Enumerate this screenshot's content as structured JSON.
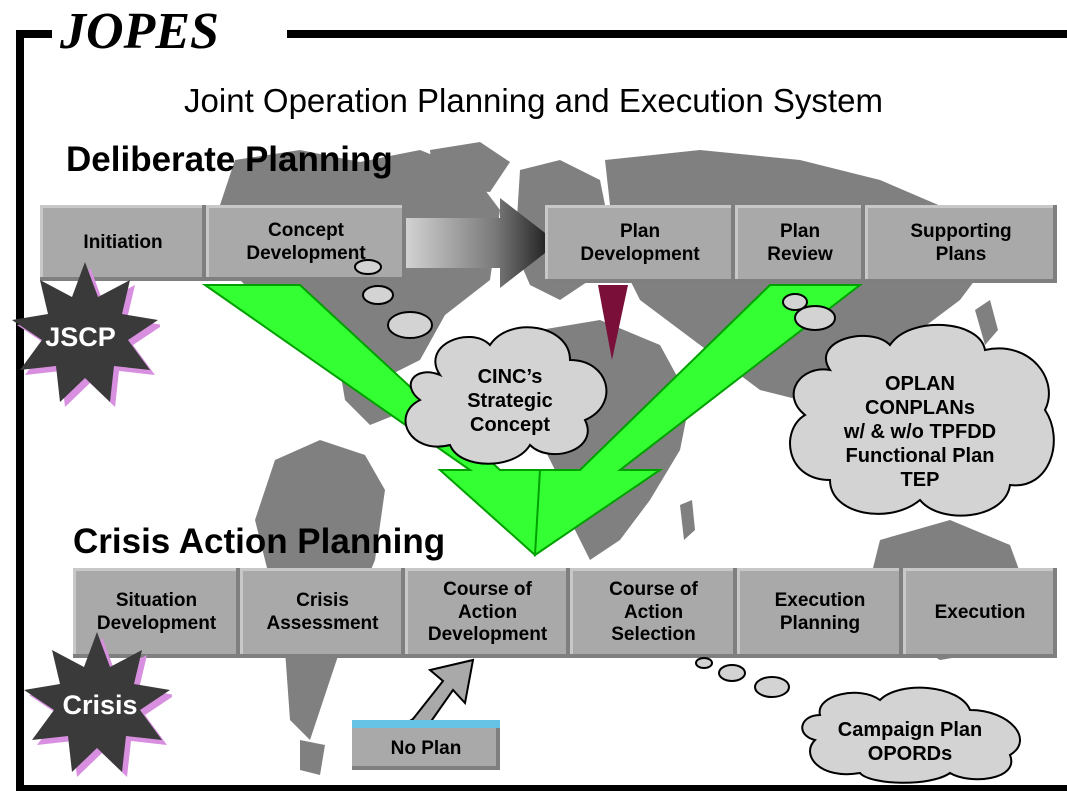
{
  "header": {
    "logo": "JOPES",
    "subtitle": "Joint Operation Planning and Execution System"
  },
  "deliberate": {
    "title": "Deliberate Planning",
    "phases": [
      {
        "line1": "Initiation",
        "line2": ""
      },
      {
        "line1": "Concept",
        "line2": "Development"
      },
      {
        "line1": "Plan",
        "line2": "Development"
      },
      {
        "line1": "Plan",
        "line2": "Review"
      },
      {
        "line1": "Supporting",
        "line2": "Plans"
      }
    ]
  },
  "crisis_planning": {
    "title": "Crisis Action Planning",
    "phases": [
      {
        "line1": "Situation",
        "line2": "Development",
        "line3": ""
      },
      {
        "line1": "Crisis",
        "line2": "Assessment",
        "line3": ""
      },
      {
        "line1": "Course of",
        "line2": "Action",
        "line3": "Development"
      },
      {
        "line1": "Course of",
        "line2": "Action",
        "line3": "Selection"
      },
      {
        "line1": "Execution",
        "line2": "Planning",
        "line3": ""
      },
      {
        "line1": "Execution",
        "line2": "",
        "line3": ""
      }
    ]
  },
  "stars": {
    "jscp": "JSCP",
    "crisis": "Crisis"
  },
  "clouds": {
    "cinc": [
      "CINC’s",
      "Strategic",
      "Concept"
    ],
    "oplan": [
      "OPLAN",
      "CONPLANs",
      "w/ &  w/o TPFDD",
      "Functional Plan",
      "TEP"
    ],
    "campaign": [
      "Campaign Plan",
      "OPORDs"
    ]
  },
  "no_plan": "No Plan",
  "colors": {
    "box": "#a9a9a9",
    "arrow_green": "#33ff33",
    "star": "#3a3a3a",
    "star_accent": "#d98fe0",
    "map": "#808080",
    "no_plan_top": "#67c3e6"
  }
}
